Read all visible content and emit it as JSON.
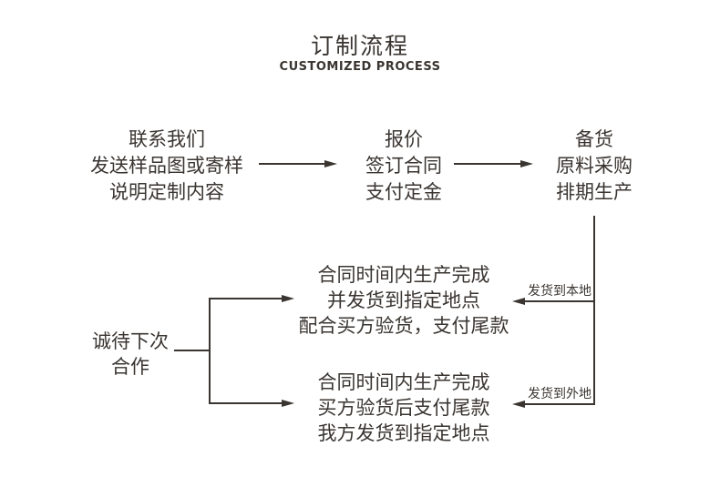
{
  "title": {
    "main": "订制流程",
    "subtitle": "CUSTOMIZED PROCESS"
  },
  "steps": [
    {
      "lines": [
        "联系我们",
        "发送样品图或寄样",
        "说明定制内容"
      ]
    },
    {
      "lines": [
        "报价",
        "签订合同",
        "支付定金"
      ]
    },
    {
      "lines": [
        "备货",
        "原料采购",
        "排期生产"
      ]
    }
  ],
  "branches": [
    {
      "arrow_label": "发货到本地",
      "lines": [
        "合同时间内生产完成",
        "并发货到指定地点",
        "配合买方验货，支付尾款"
      ]
    },
    {
      "arrow_label": "发货到外地",
      "lines": [
        "合同时间内生产完成",
        "买方验货后支付尾款",
        "我方发货到指定地点"
      ]
    }
  ],
  "loop_back": {
    "lines": [
      "诚待下次",
      "合作"
    ]
  },
  "colors": {
    "ink": "#3a3531",
    "background": "#ffffff"
  }
}
